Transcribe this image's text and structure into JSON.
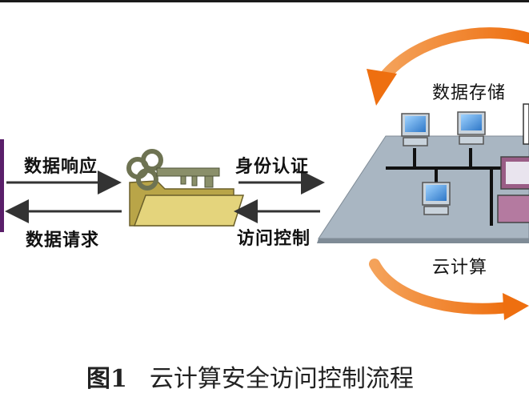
{
  "labels": {
    "data_response": "数据响应",
    "data_request": "数据请求",
    "identity_auth": "身份认证",
    "access_control": "访问控制",
    "data_storage": "数据存储",
    "cloud_computing": "云计算"
  },
  "caption": {
    "figure_number": "图1",
    "title": "云计算安全访问控制流程"
  },
  "colors": {
    "orange_arrow": "#f07a18",
    "platform": "#a9b6c2",
    "network_line": "#111111",
    "folder": "#d9c86a",
    "key": "#8a8f6a",
    "purple_bar": "#5a1f6a"
  },
  "icons": [
    "key-icon",
    "folder-icon",
    "computer-icon",
    "workstation-icon"
  ]
}
